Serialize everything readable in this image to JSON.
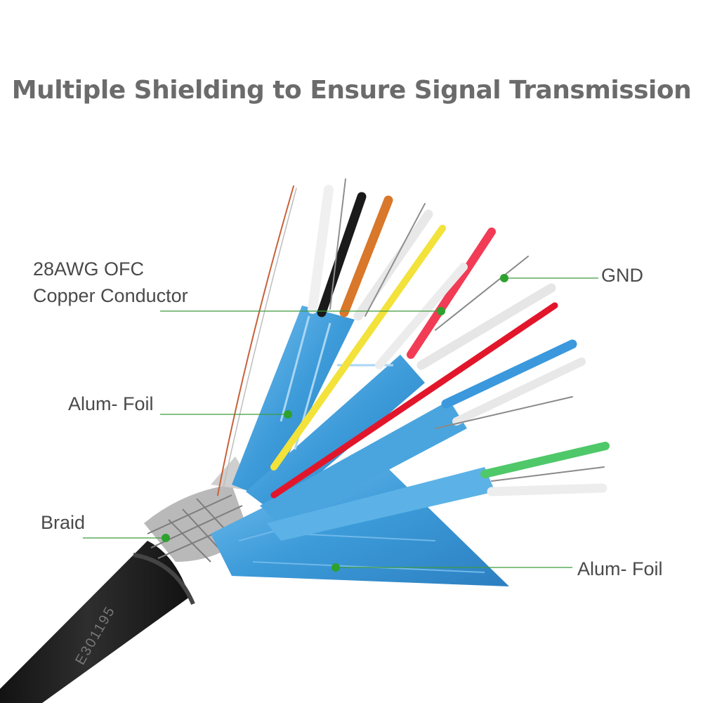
{
  "title": "Multiple Shielding to Ensure Signal Transmission",
  "callouts": {
    "copper": {
      "line1": "28AWG OFC",
      "line2": "Copper Conductor"
    },
    "gnd": "GND",
    "foil_left": "Alum- Foil",
    "braid": "Braid",
    "foil_right": "Alum- Foil"
  },
  "jacket_print": "E301195",
  "colors": {
    "title": "#6b6b6b",
    "leader_line": "#3f9a3f",
    "leader_dot": "#2ea12e",
    "foil": "#3d9bd9",
    "jacket": "#1c1c1c"
  },
  "icons": {
    "leader_dot": "green-dot-marker"
  }
}
